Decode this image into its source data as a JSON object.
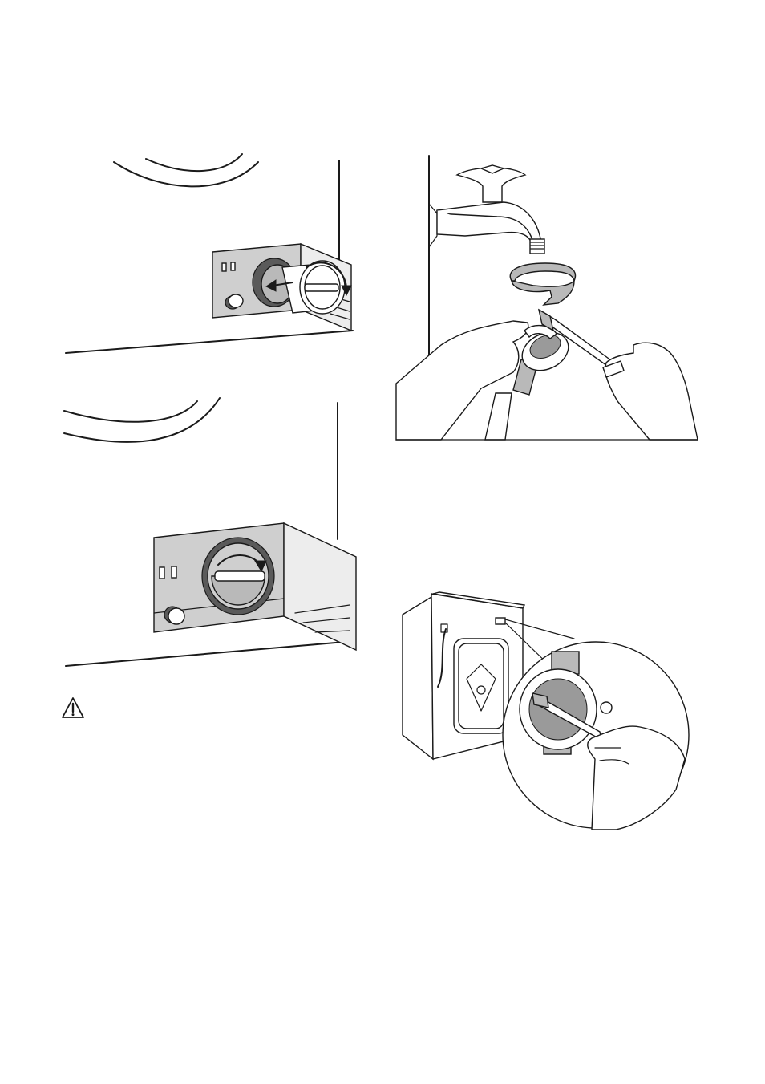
{
  "figures": [
    {
      "id": "fig-drain-filter-remove",
      "description_icon": "drain-filter-unscrew"
    },
    {
      "id": "fig-drain-filter-refit",
      "description_icon": "drain-filter-screw-in"
    },
    {
      "id": "fig-inlet-hose-filter",
      "description_icon": "inlet-hose-filter-cleaning"
    },
    {
      "id": "fig-valve-filter",
      "description_icon": "valve-filter-cleaning"
    }
  ],
  "warning": {
    "icon": "warning-triangle-icon"
  },
  "colors": {
    "line": "#1a1a1a",
    "panel": "#cfcfcf",
    "door": "#ededed"
  }
}
